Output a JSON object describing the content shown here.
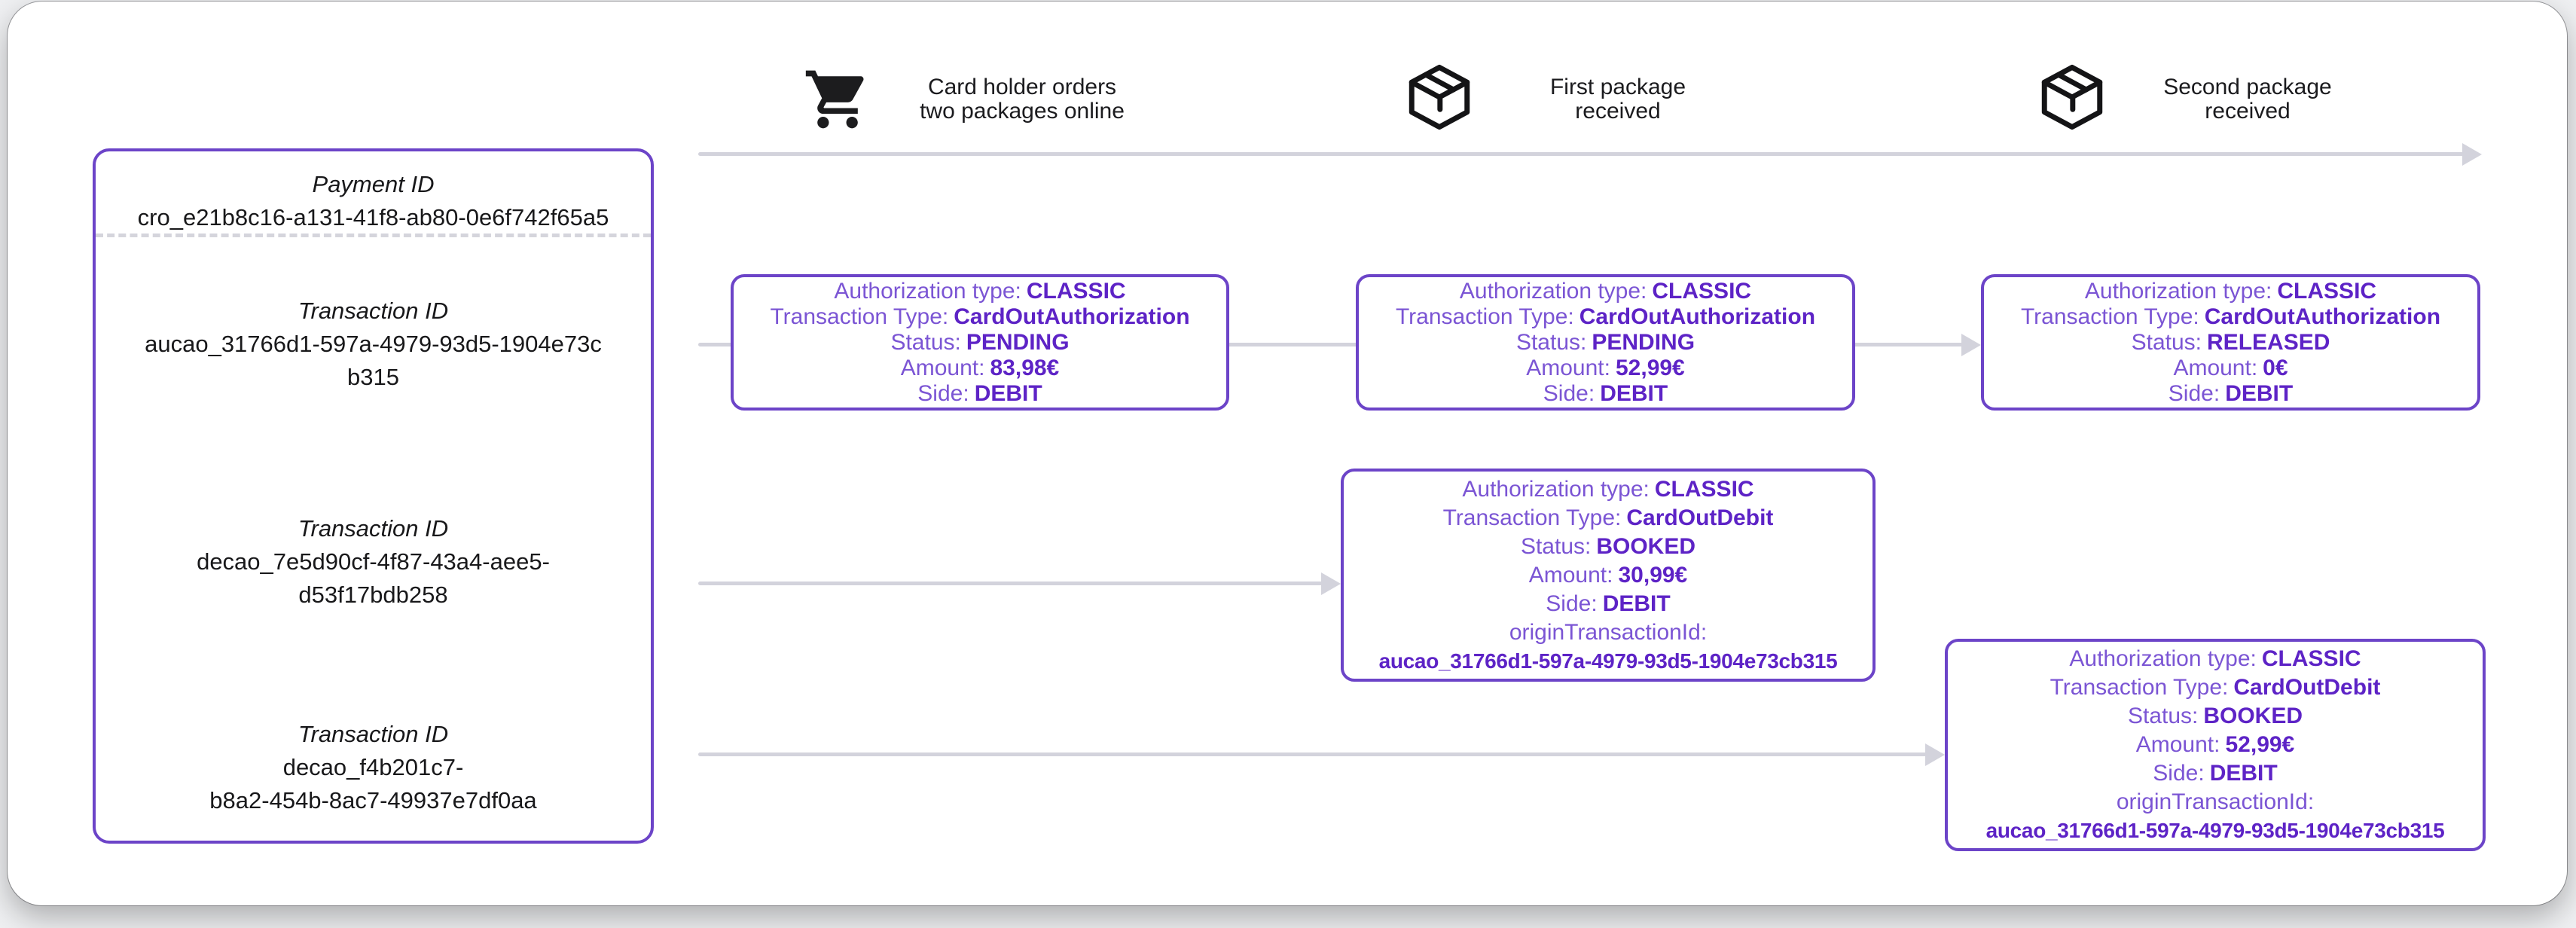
{
  "colors": {
    "accent_border": "#6C44C8",
    "label_purple": "#7B55D4",
    "value_purple": "#5D23C6",
    "arrow_gray": "#D3D3DC",
    "text_dark": "#1B1B1E"
  },
  "timeline": {
    "steps": [
      {
        "icon": "shopping-cart-icon",
        "lines": [
          "Card holder orders",
          "two packages online"
        ]
      },
      {
        "icon": "package-icon",
        "lines": [
          "First package",
          "received"
        ]
      },
      {
        "icon": "package-icon",
        "lines": [
          "Second package",
          "received"
        ]
      }
    ]
  },
  "panel": {
    "payment_label": "Payment ID",
    "payment_id": "cro_e21b8c16-a131-41f8-ab80-0e6f742f65a5",
    "transactions": [
      {
        "label": "Transaction ID",
        "lines": [
          "aucao_31766d1-597a-4979-93d5-1904e73c",
          "b315"
        ]
      },
      {
        "label": "Transaction ID",
        "lines": [
          "decao_7e5d90cf-4f87-43a4-aee5-",
          "d53f17bdb258"
        ]
      },
      {
        "label": "Transaction ID",
        "lines": [
          "decao_f4b201c7-",
          "b8a2-454b-8ac7-49937e7df0aa"
        ]
      }
    ]
  },
  "boxes": [
    {
      "fields": [
        {
          "label": "Authorization type:",
          "value": "CLASSIC"
        },
        {
          "label": "Transaction Type:",
          "value": "CardOutAuthorization"
        },
        {
          "label": "Status:",
          "value": "PENDING"
        },
        {
          "label": "Amount:",
          "value": "83,98€"
        },
        {
          "label": "Side:",
          "value": "DEBIT"
        }
      ]
    },
    {
      "fields": [
        {
          "label": "Authorization type:",
          "value": "CLASSIC"
        },
        {
          "label": "Transaction Type:",
          "value": "CardOutAuthorization"
        },
        {
          "label": "Status:",
          "value": "PENDING"
        },
        {
          "label": "Amount:",
          "value": "52,99€"
        },
        {
          "label": "Side:",
          "value": "DEBIT"
        }
      ]
    },
    {
      "fields": [
        {
          "label": "Authorization type:",
          "value": "CLASSIC"
        },
        {
          "label": "Transaction Type:",
          "value": "CardOutAuthorization"
        },
        {
          "label": "Status:",
          "value": "RELEASED"
        },
        {
          "label": "Amount:",
          "value": "0€"
        },
        {
          "label": "Side:",
          "value": "DEBIT"
        }
      ]
    },
    {
      "fields": [
        {
          "label": "Authorization type:",
          "value": "CLASSIC"
        },
        {
          "label": "Transaction Type:",
          "value": "CardOutDebit"
        },
        {
          "label": "Status:",
          "value": "BOOKED"
        },
        {
          "label": "Amount:",
          "value": "30,99€"
        },
        {
          "label": "Side:",
          "value": "DEBIT"
        }
      ],
      "origin_label": "originTransactionId:",
      "origin_value": "aucao_31766d1-597a-4979-93d5-1904e73cb315"
    },
    {
      "fields": [
        {
          "label": "Authorization type:",
          "value": "CLASSIC"
        },
        {
          "label": "Transaction Type:",
          "value": "CardOutDebit"
        },
        {
          "label": "Status:",
          "value": "BOOKED"
        },
        {
          "label": "Amount:",
          "value": "52,99€"
        },
        {
          "label": "Side:",
          "value": "DEBIT"
        }
      ],
      "origin_label": "originTransactionId:",
      "origin_value": "aucao_31766d1-597a-4979-93d5-1904e73cb315"
    }
  ]
}
